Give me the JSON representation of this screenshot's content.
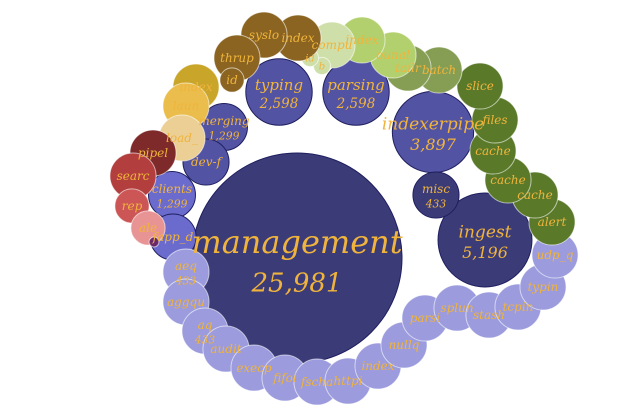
{
  "chart_data": {
    "type": "bubble",
    "title": "",
    "bubbles": [
      {
        "name": "management",
        "value": 25981,
        "label": "25,981",
        "color": "#3b3b78"
      },
      {
        "name": "ingest",
        "value": 5196,
        "label": "5,196",
        "color": "#3b3b78"
      },
      {
        "name": "indexerpipe",
        "value": 3897,
        "label": "3,897",
        "color": "#5353a3"
      },
      {
        "name": "typing",
        "value": 2598,
        "label": "2,598",
        "color": "#5353a3"
      },
      {
        "name": "parsing",
        "value": 2598,
        "label": "2,598",
        "color": "#5353a3"
      },
      {
        "name": "merging",
        "value": 1299,
        "label": "1,299",
        "color": "#5353a3"
      },
      {
        "name": "clients",
        "value": 1299,
        "label": "1,299",
        "color": "#6b6bce"
      },
      {
        "name": "misc",
        "value": 433,
        "label": "433",
        "color": "#3b3b78"
      },
      {
        "name": "dev-f",
        "value": 433,
        "color": "#5353a3"
      },
      {
        "name": "fapp_d",
        "value": 433,
        "color": "#6b6bce"
      },
      {
        "name": "aeq",
        "value": 433,
        "label": "433",
        "color": "#9b9bdd"
      },
      {
        "name": "aggqu",
        "value": 433,
        "color": "#9b9bdd"
      },
      {
        "name": "aq",
        "value": 433,
        "label": "433",
        "color": "#9b9bdd"
      },
      {
        "name": "audit",
        "value": 433,
        "color": "#9b9bdd"
      },
      {
        "name": "execp",
        "value": 433,
        "color": "#9b9bdd"
      },
      {
        "name": "fifoi",
        "value": 433,
        "color": "#9b9bdd"
      },
      {
        "name": "fscha",
        "value": 433,
        "color": "#9b9bdd"
      },
      {
        "name": "httpi",
        "value": 433,
        "color": "#9b9bdd"
      },
      {
        "name": "index",
        "value": 433,
        "color": "#9b9bdd"
      },
      {
        "name": "nullq",
        "value": 433,
        "color": "#9b9bdd"
      },
      {
        "name": "parsi",
        "value": 433,
        "color": "#9b9bdd"
      },
      {
        "name": "splun",
        "value": 433,
        "color": "#9b9bdd"
      },
      {
        "name": "stash",
        "value": 433,
        "color": "#9b9bdd"
      },
      {
        "name": "tcpin",
        "value": 433,
        "color": "#9b9bdd"
      },
      {
        "name": "typin",
        "value": 433,
        "color": "#9b9bdd"
      },
      {
        "name": "udp_q",
        "value": 433,
        "color": "#9b9bdd"
      },
      {
        "name": "alert",
        "value": 433,
        "color": "#5a7a2a"
      },
      {
        "name": "cache",
        "value": 433,
        "color": "#5a7a2a"
      },
      {
        "name": "cache",
        "value": 433,
        "color": "#5a7a2a"
      },
      {
        "name": "cache",
        "value": 433,
        "color": "#5a7a2a"
      },
      {
        "name": "files",
        "value": 433,
        "color": "#5a7a2a"
      },
      {
        "name": "slice",
        "value": 433,
        "color": "#5a7a2a"
      },
      {
        "name": "batch",
        "value": 433,
        "color": "#869e54"
      },
      {
        "name": "tailr",
        "value": 433,
        "color": "#869e54"
      },
      {
        "name": "ounal",
        "value": 433,
        "color": "#b3d06e"
      },
      {
        "name": "index",
        "value": 433,
        "color": "#b3d06e"
      },
      {
        "name": "compu",
        "value": 433,
        "color": "#cfdfaa"
      },
      {
        "name": "b",
        "value": 60,
        "color": "#cfdfaa"
      },
      {
        "name": "id",
        "value": 60,
        "color": "#cfdfaa"
      },
      {
        "name": "index",
        "value": 433,
        "color": "#8a6420"
      },
      {
        "name": "syslo",
        "value": 433,
        "color": "#8a6420"
      },
      {
        "name": "thrup",
        "value": 433,
        "color": "#8a6420"
      },
      {
        "name": "id",
        "value": 120,
        "color": "#8a6420"
      },
      {
        "name": "index",
        "value": 433,
        "color": "#c9a52a"
      },
      {
        "name": "laun",
        "value": 433,
        "color": "#eabd4c"
      },
      {
        "name": "load_",
        "value": 433,
        "color": "#ebcf95"
      },
      {
        "name": "pipel",
        "value": 433,
        "color": "#7e2a2a"
      },
      {
        "name": "searc",
        "value": 433,
        "color": "#b23e3e"
      },
      {
        "name": "rep",
        "value": 240,
        "color": "#cc5555"
      },
      {
        "name": "ale",
        "value": 240,
        "color": "#e99494"
      },
      {
        "name": "",
        "value": 20,
        "color": "#6a2a6a"
      }
    ]
  }
}
